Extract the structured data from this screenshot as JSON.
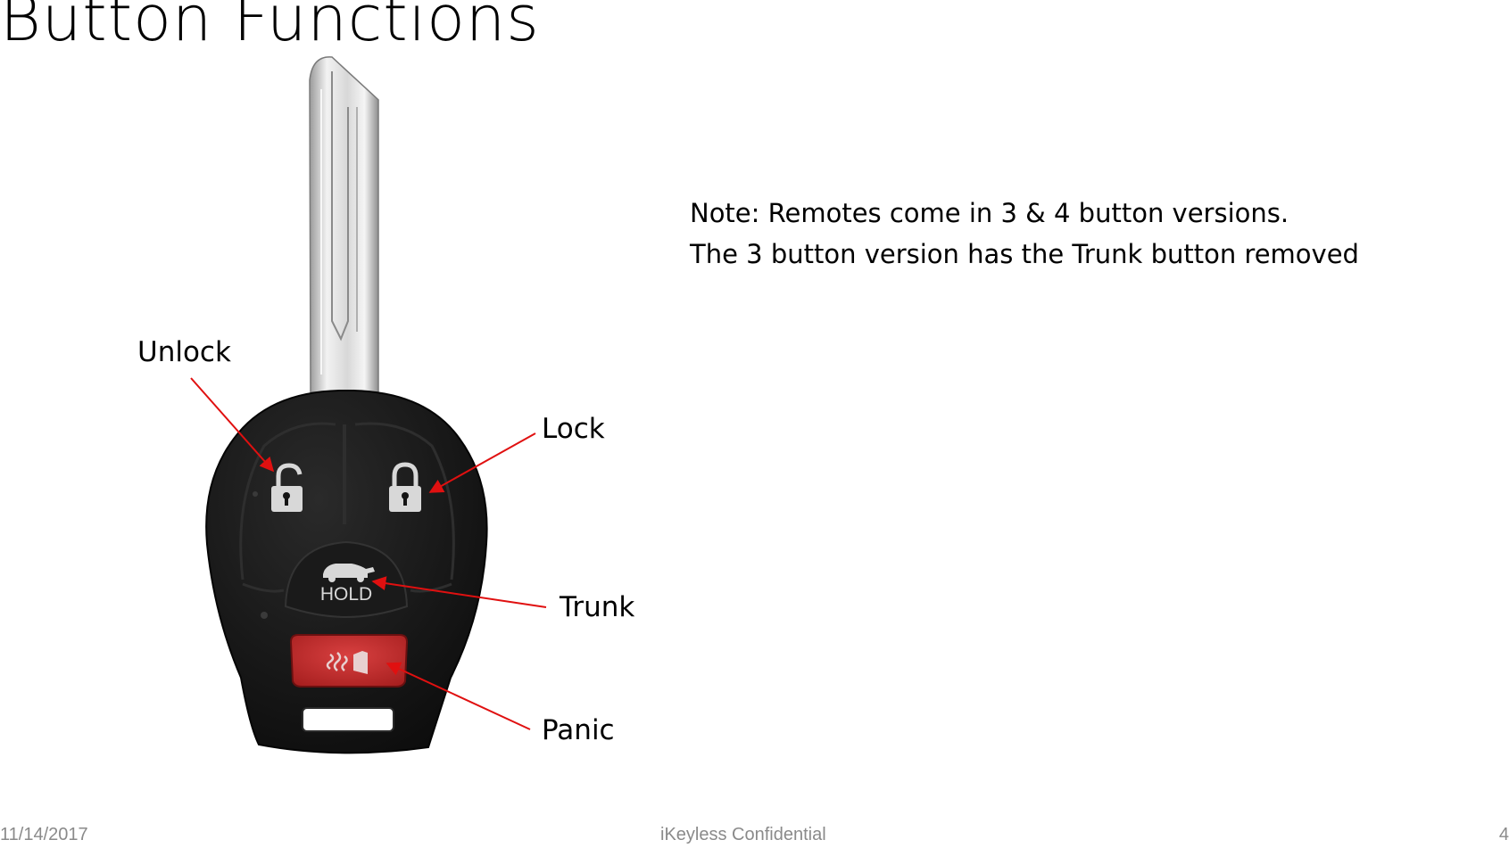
{
  "slide": {
    "title": "Button Functions",
    "note_lines": [
      "Note: Remotes come in 3 & 4 button versions.",
      "The 3 button version has the Trunk button removed"
    ]
  },
  "callouts": {
    "unlock": "Unlock",
    "lock": "Lock",
    "trunk": "Trunk",
    "panic": "Panic"
  },
  "remote": {
    "hold_label": "HOLD",
    "body_color": "#141414",
    "panic_color": "#c23232",
    "arrow_color": "#e01010",
    "icons": [
      "unlock-padlock-icon",
      "lock-padlock-icon",
      "car-trunk-icon",
      "panic-horn-icon"
    ]
  },
  "footer": {
    "date": "11/14/2017",
    "center": "iKeyless Confidential",
    "page": "4"
  }
}
